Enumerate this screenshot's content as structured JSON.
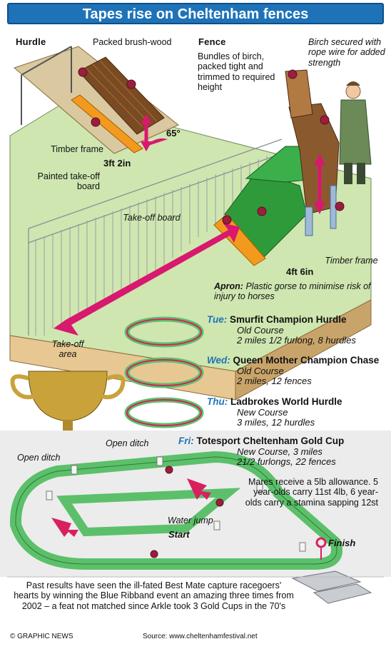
{
  "title": "Tapes rise on Cheltenham fences",
  "hurdle": {
    "heading": "Hurdle",
    "brushwood": "Packed brush-wood",
    "timber_frame": "Timber frame",
    "takeoff_board": "Painted take-off board",
    "height": "3ft 2in",
    "angle": "65°"
  },
  "fence": {
    "heading": "Fence",
    "bundles": "Bundles of birch, packed tight and trimmed to required height",
    "birch_secured": "Birch secured with rope wire for added strength",
    "takeoff_board": "Take-off board",
    "timber_frame": "Timber frame",
    "height": "4ft 6in",
    "apron_label": "Apron:",
    "apron_text": "Plastic gorse to minimise risk of injury to horses",
    "takeoff_area": "Take-off area"
  },
  "races": [
    {
      "day": "Tue:",
      "name": "Smurfit Champion Hurdle",
      "line1": "Old Course",
      "line2": "2 miles 1/2 furlong, 8 hurdles"
    },
    {
      "day": "Wed:",
      "name": "Queen Mother Champion Chase",
      "line1": "Old Course",
      "line2": "2 miles, 12 fences"
    },
    {
      "day": "Thu:",
      "name": "Ladbrokes World Hurdle",
      "line1": "New Course",
      "line2": "3 miles, 12 hurdles"
    },
    {
      "day": "Fri:",
      "name": "Totesport Cheltenham Gold Cup",
      "line1": "New Course, 3 miles",
      "line2": "21/2 furlongs, 22 fences"
    }
  ],
  "mares_note": "Mares receive a 5lb allowance. 5 year-olds carry 11st 4lb, 6 year-olds carry a stamina sapping 12st",
  "course": {
    "open_ditch_1": "Open ditch",
    "open_ditch_2": "Open ditch",
    "water_jump": "Water jump",
    "start": "Start",
    "finish": "Finish"
  },
  "bottom_text": "Past results have seen the ill-fated Best Mate capture racegoers' hearts by winning the Blue Ribband event an amazing three times from 2002 – a feat not matched since Arkle took 3 Gold Cups in the 70's",
  "footer": {
    "credit": "© GRAPHIC NEWS",
    "source": "Source: www.cheltenhamfestival.net"
  },
  "colors": {
    "title_blue": "#1e73b8",
    "track_green": "#5cc06a",
    "rail_red": "#d9205f",
    "arrow_magenta": "#d9186f",
    "board_orange": "#f39a1e",
    "gorse_green": "#2f9a3a",
    "grass_light": "#cfe6b0"
  }
}
